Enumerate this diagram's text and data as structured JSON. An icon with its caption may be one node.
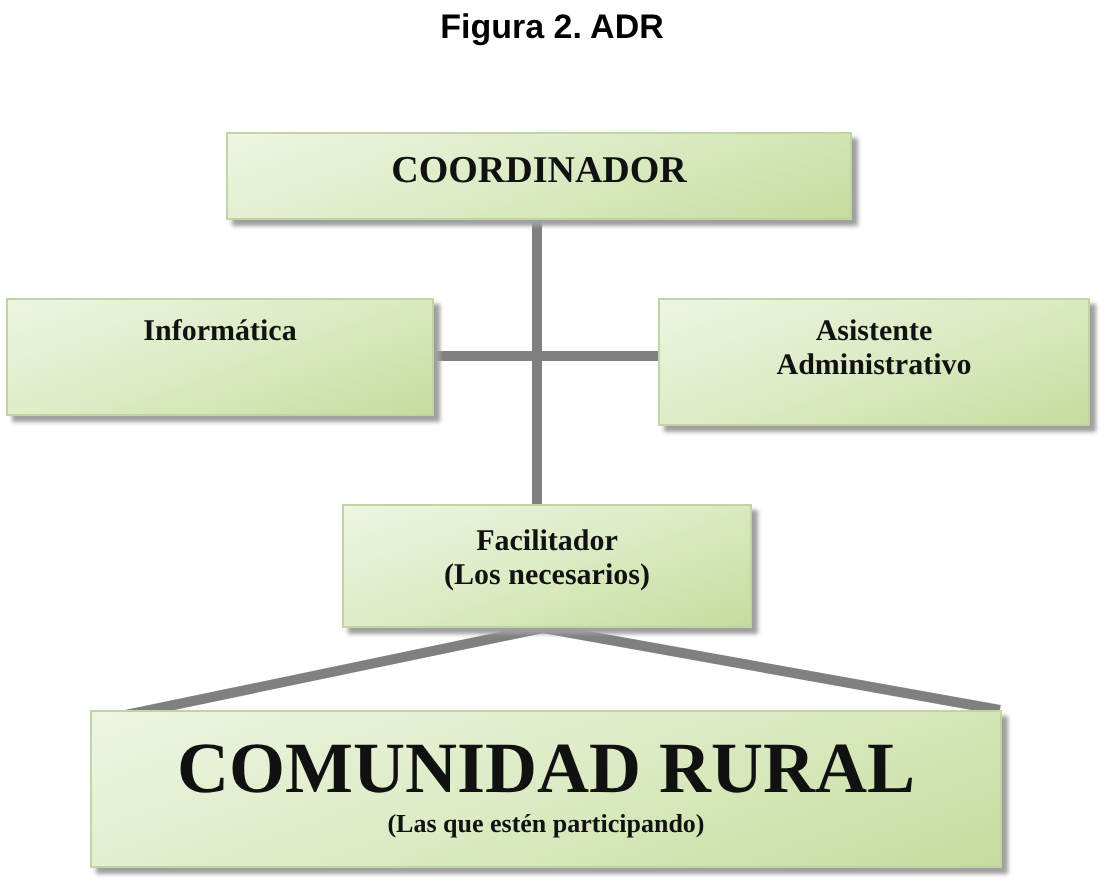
{
  "diagram": {
    "title": "Figura 2. ADR",
    "nodes": [
      {
        "text": [
          "COORDINADOR"
        ]
      },
      {
        "text": [
          "Informática"
        ]
      },
      {
        "text": [
          "Asistente Administrativo"
        ]
      },
      {
        "text": [
          "Facilitador (Los necesarios)"
        ]
      },
      {
        "text": [
          "COMUNIDAD RURAL",
          "(Las que estén participando)"
        ]
      }
    ],
    "edges": [
      {
        "from": 0,
        "to": 1,
        "arrow": "none"
      },
      {
        "from": 0,
        "to": 2,
        "arrow": "none"
      },
      {
        "from": 0,
        "to": 3,
        "arrow": "none"
      },
      {
        "from": 3,
        "to": 4,
        "arrow": "none"
      },
      {
        "from": 3,
        "to": 4,
        "arrow": "none"
      }
    ]
  }
}
